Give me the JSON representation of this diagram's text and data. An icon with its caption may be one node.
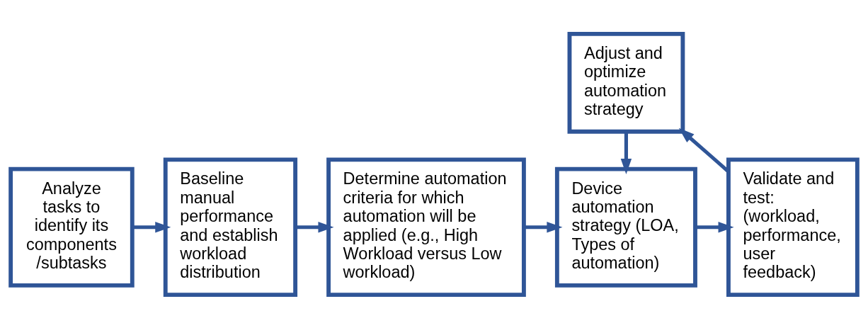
{
  "diagram": {
    "nodes": [
      {
        "text": [
          "Analyze tasks to identify its components /subtasks"
        ]
      },
      {
        "text": [
          "Baseline manual performance and establish workload distribution"
        ]
      },
      {
        "text": [
          "Determine automation criteria for which automation will be applied (e.g., High Workload versus Low workload)"
        ]
      },
      {
        "text": [
          "Device automation strategy (LOA, Types of automation)"
        ]
      },
      {
        "text": [
          "Validate and test: (workload, performance, user feedback)"
        ]
      },
      {
        "text": [
          "Adjust and optimize automation strategy"
        ]
      }
    ],
    "edges": [
      {
        "from": 0,
        "to": 1,
        "arrow": "to"
      },
      {
        "from": 1,
        "to": 2,
        "arrow": "to"
      },
      {
        "from": 2,
        "to": 3,
        "arrow": "to"
      },
      {
        "from": 3,
        "to": 4,
        "arrow": "to"
      },
      {
        "from": 4,
        "to": 5,
        "arrow": "to"
      },
      {
        "from": 5,
        "to": 3,
        "arrow": "to"
      }
    ]
  }
}
